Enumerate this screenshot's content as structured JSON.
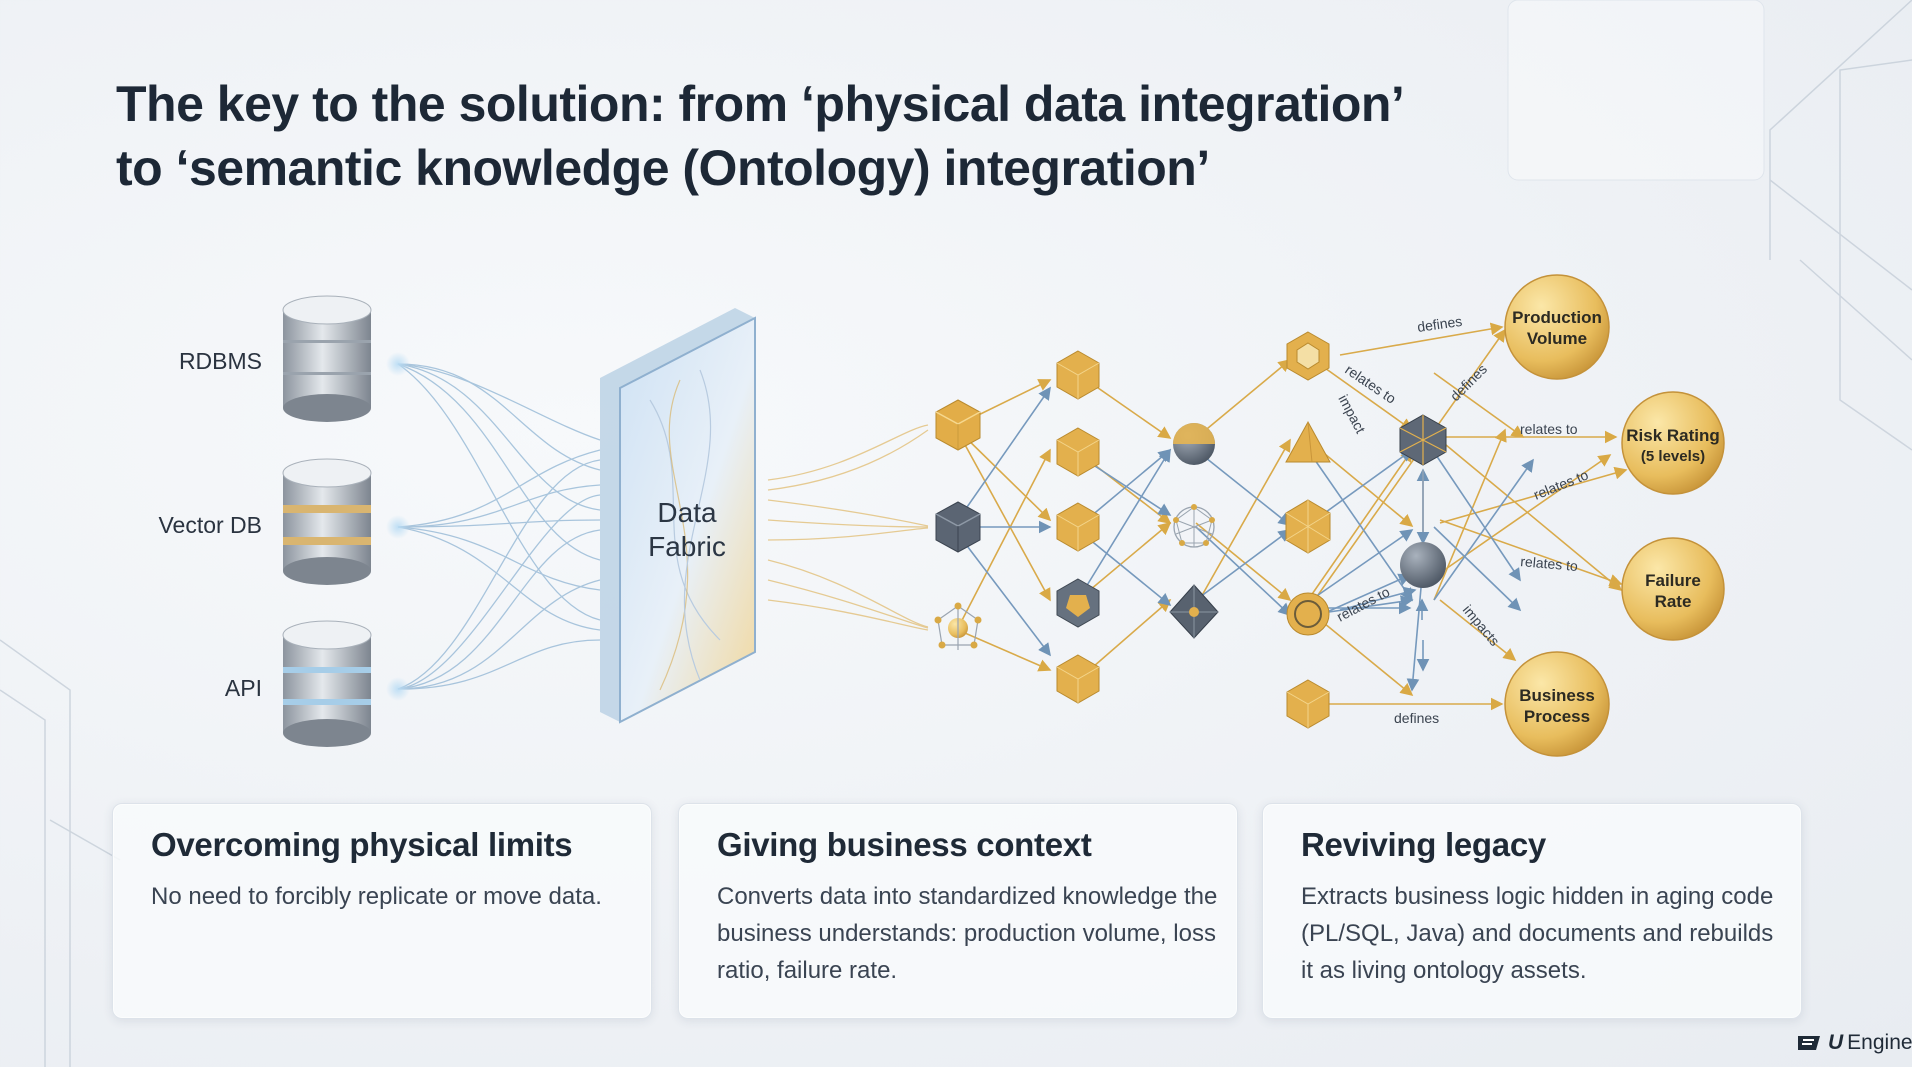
{
  "title": {
    "line1": "The key to the solution: from ‘physical data integration’",
    "line2": "to ‘semantic knowledge (Ontology) integration’"
  },
  "sources": [
    {
      "label": "RDBMS"
    },
    {
      "label": "Vector DB"
    },
    {
      "label": "API"
    }
  ],
  "fabric": {
    "line1": "Data",
    "line2": "Fabric"
  },
  "edge_labels": {
    "defines_top": "defines",
    "relates_to_a": "relates to",
    "impact": "impact",
    "defines_b": "defines",
    "relates_to_b": "relates to",
    "relates_to_c": "relates to",
    "relates_to_d": "relates to",
    "relates_to_e": "relates to",
    "impacts": "impacts",
    "defines_bottom": "defines"
  },
  "concepts": [
    {
      "line1": "Production",
      "line2": "Volume"
    },
    {
      "line1": "Risk Rating",
      "line2": "(5 levels)"
    },
    {
      "line1": "Failure",
      "line2": "Rate"
    },
    {
      "line1": "Business",
      "line2": "Process"
    }
  ],
  "cards": [
    {
      "title": "Overcoming physical limits",
      "body": "No need to forcibly replicate or move data."
    },
    {
      "title": "Giving business context",
      "body": "Converts data into standardized knowledge the business understands: production volume, loss ratio, failure rate."
    },
    {
      "title": "Reviving legacy",
      "body": "Extracts business logic hidden in aging code (PL/SQL, Java) and documents and rebuilds it as living ontology assets."
    }
  ],
  "logo": {
    "text": "Engine",
    "mark": "U"
  },
  "colors": {
    "gold": "#e3b24f",
    "steel": "#5f6c7c",
    "blue_line": "#7fa6c9",
    "gold_line": "#e7c37a"
  }
}
